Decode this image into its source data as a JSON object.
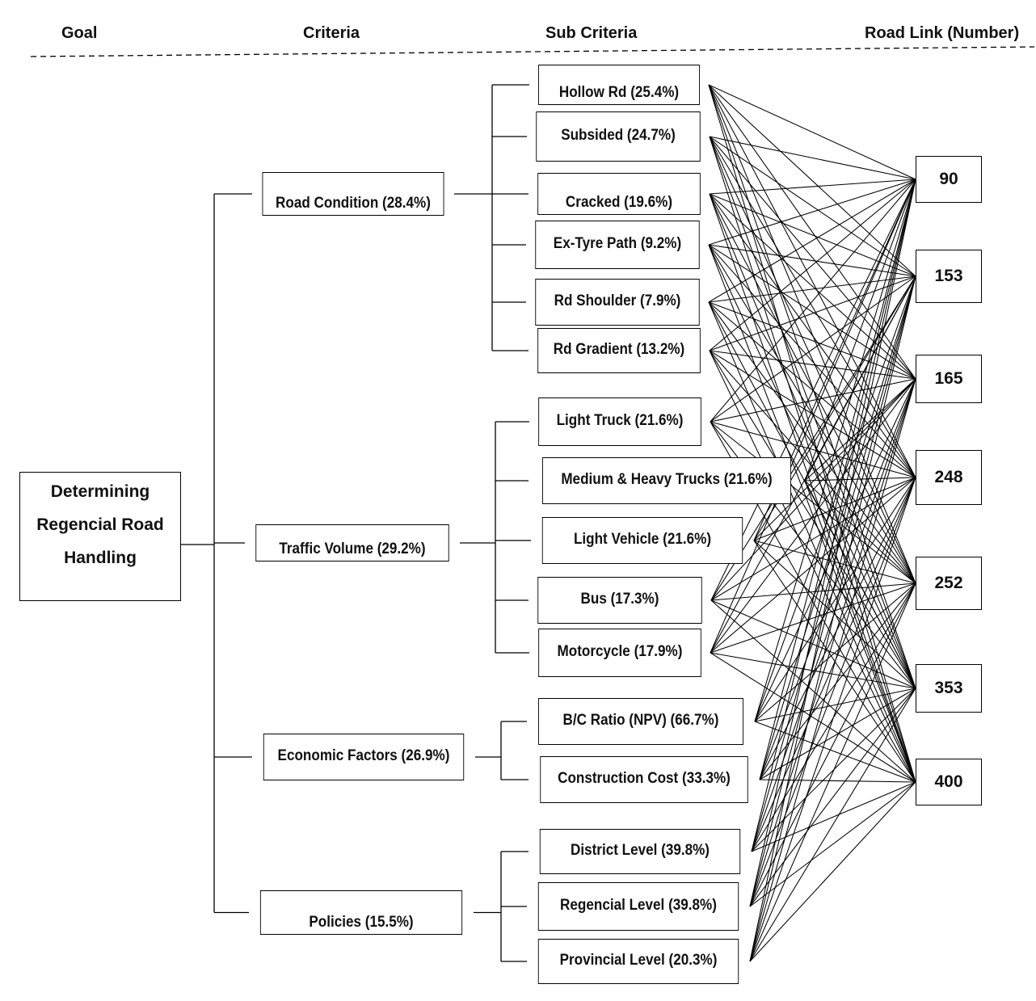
{
  "headers": {
    "goal": "Goal",
    "criteria": "Criteria",
    "sub_criteria": "Sub Criteria",
    "road_link": "Road Link (Number)"
  },
  "goal": {
    "label": "Determining Regencial Road Handling"
  },
  "criteria": [
    {
      "label": "Road Condition (28.4%)"
    },
    {
      "label": "Traffic Volume (29.2%)"
    },
    {
      "label": "Economic Factors (26.9%)"
    },
    {
      "label": "Policies (15.5%)"
    }
  ],
  "sub_criteria": [
    {
      "label": "Hollow Rd (25.4%)"
    },
    {
      "label": "Subsided (24.7%)"
    },
    {
      "label": "Cracked (19.6%)"
    },
    {
      "label": "Ex-Tyre Path (9.2%)"
    },
    {
      "label": "Rd Shoulder (7.9%)"
    },
    {
      "label": "Rd Gradient (13.2%)"
    },
    {
      "label": "Light Truck (21.6%)"
    },
    {
      "label": "Medium & Heavy Trucks (21.6%)"
    },
    {
      "label": "Light Vehicle (21.6%)"
    },
    {
      "label": "Bus (17.3%)"
    },
    {
      "label": "Motorcycle (17.9%)"
    },
    {
      "label": "B/C Ratio (NPV) (66.7%)"
    },
    {
      "label": "Construction Cost (33.3%)"
    },
    {
      "label": "District Level (39.8%)"
    },
    {
      "label": "Regencial Level (39.8%)"
    },
    {
      "label": "Provincial Level (20.3%)"
    }
  ],
  "road_links": [
    {
      "label": "90"
    },
    {
      "label": "153"
    },
    {
      "label": "165"
    },
    {
      "label": "248"
    },
    {
      "label": "252"
    },
    {
      "label": "353"
    },
    {
      "label": "400"
    }
  ],
  "colors": {
    "line": "#000000",
    "box_border": "#000000",
    "text": "#111111"
  }
}
